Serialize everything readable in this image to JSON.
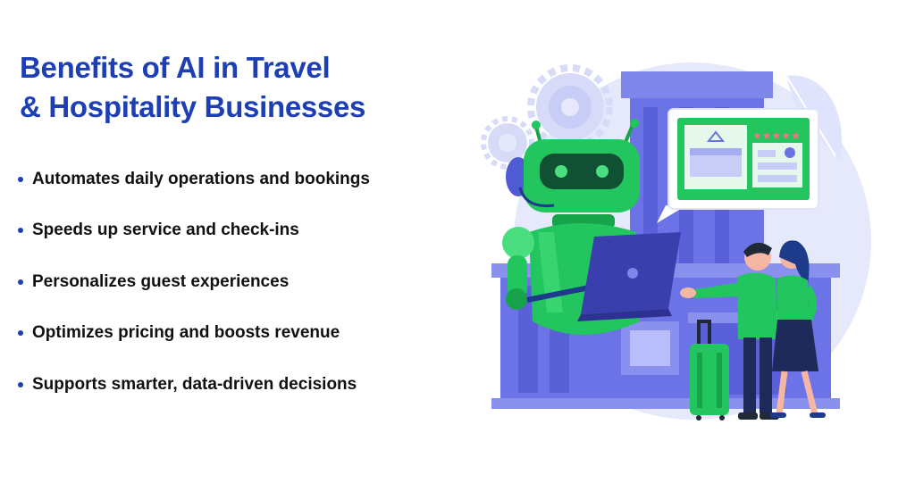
{
  "heading": {
    "line1": "Benefits of AI in Travel",
    "line2": "& Hospitality Businesses"
  },
  "benefits": [
    "Automates daily operations and bookings",
    "Speeds up service and check-ins",
    "Personalizes guest experiences",
    "Optimizes pricing and boosts revenue",
    "Supports smarter, data-driven decisions"
  ],
  "illustration": {
    "subject": "robot-assistant-with-laptop-greeting-travelers-at-hotel",
    "rating_stars": 5,
    "colors": {
      "primary_blue": "#1d3fb3",
      "building_blue": "#5a63e0",
      "light_blue": "#c7cdf6",
      "robot_green": "#22c55e",
      "screen_green": "#4ade80"
    }
  }
}
